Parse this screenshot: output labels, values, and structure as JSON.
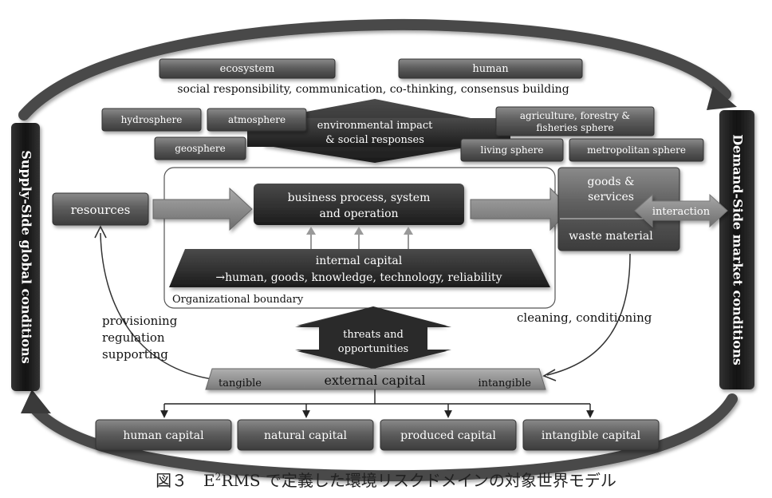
{
  "nodes": {
    "ecosystem": "ecosystem",
    "human": "human",
    "social_line": "social responsibility, communication, co-thinking, consensus building",
    "hydrosphere": "hydrosphere",
    "atmosphere": "atmosphere",
    "geosphere": "geosphere",
    "env_impact_1": "environmental impact",
    "env_impact_2": "& social responses",
    "agri_1": "agriculture, forestry &",
    "agri_2": "fisheries sphere",
    "living": "living sphere",
    "metropolitan": "metropolitan sphere",
    "resources": "resources",
    "business_1": "business process, system",
    "business_2": "and operation",
    "goods_1": "goods &",
    "goods_2": "services",
    "interaction": "interaction",
    "waste": "waste material",
    "internal_capital": "internal capital",
    "internal_detail": "→human, goods, knowledge, technology, reliability",
    "org_boundary": "Organizational boundary",
    "supply_side": "Supply-Side global conditions",
    "demand_side": "Demand-Side market conditions",
    "provisioning": "provisioning",
    "regulation": "regulation",
    "supporting": "supporting",
    "cleaning": "cleaning, conditioning",
    "threats_1": "threats and",
    "threats_2": "opportunities",
    "tangible": "tangible",
    "external_capital": "external capital",
    "intangible": "intangible",
    "human_capital": "human capital",
    "natural_capital": "natural capital",
    "produced_capital": "produced capital",
    "intangible_capital": "intangible capital"
  },
  "caption": {
    "prefix": "図３　E",
    "superscript": "2",
    "suffix": "RMS で定義した環境リスクドメインの対象世界モデル"
  }
}
